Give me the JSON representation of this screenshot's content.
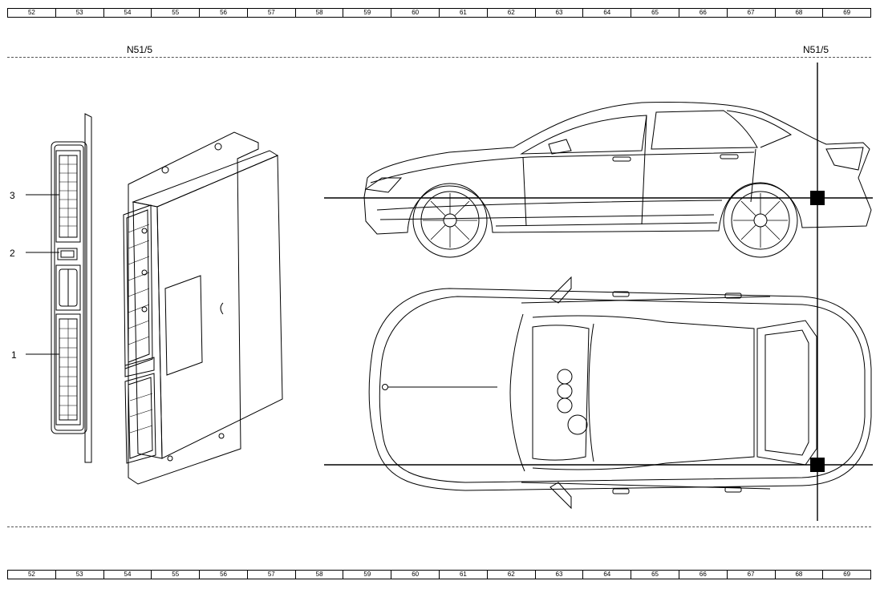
{
  "ruler": {
    "cells": [
      "52",
      "53",
      "54",
      "55",
      "56",
      "57",
      "58",
      "59",
      "60",
      "61",
      "62",
      "63",
      "64",
      "65",
      "66",
      "67",
      "68",
      "69"
    ]
  },
  "component_labels": {
    "left": "N51/5",
    "right": "N51/5"
  },
  "callouts": {
    "c1": "1",
    "c2": "2",
    "c3": "3"
  }
}
